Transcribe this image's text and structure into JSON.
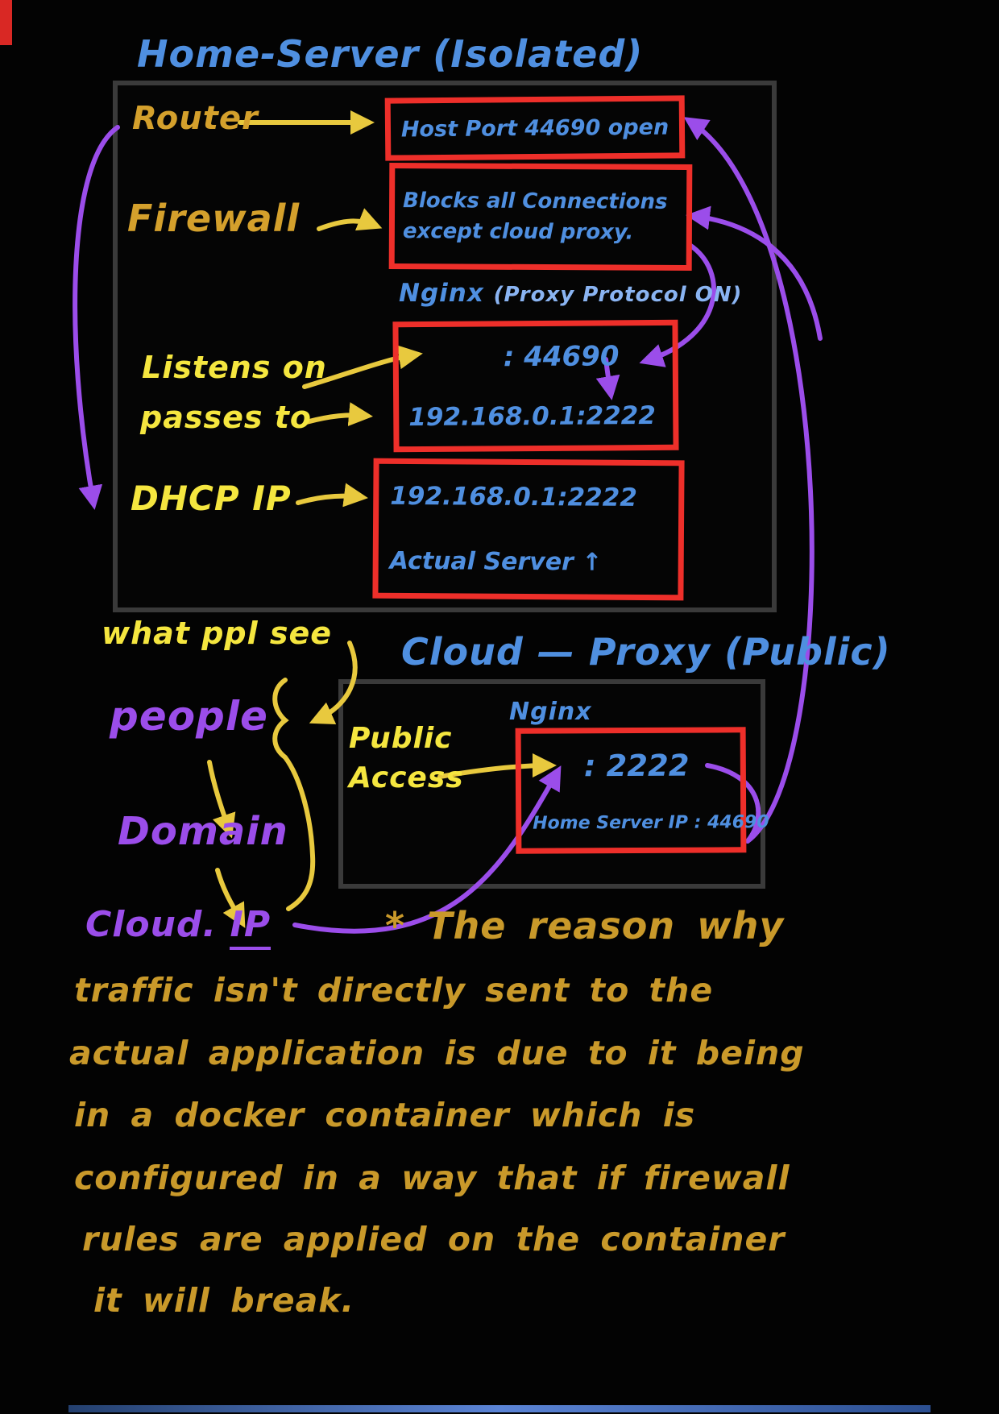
{
  "colors": {
    "background": "#030303",
    "ink_blue": "#4f8fe0",
    "ink_light_blue": "#8ab4f2",
    "ink_gold": "#d4a02c",
    "ink_yellow": "#f5e63f",
    "ink_purple": "#9b4dea",
    "ink_note_gold": "#c9992a",
    "box_red": "#ee2f2a",
    "container_gray": "#3a3a3a"
  },
  "home_server": {
    "title": "Home-Server (Isolated)",
    "router_label": "Router",
    "host_port_box": "Host Port 44690 open",
    "firewall_label": "Firewall",
    "firewall_box_line1": "Blocks all Connections",
    "firewall_box_line2": "except cloud proxy.",
    "nginx_name": "Nginx ",
    "nginx_paren": "(Proxy Protocol ON)",
    "listens_label": "Listens on",
    "passes_label": "passes to",
    "listen_port": ": 44690",
    "pass_target": "192.168.0.1:2222",
    "dhcp_label": "DHCP IP",
    "dhcp_ip": "192.168.0.1:2222",
    "actual_server": "Actual Server ↑"
  },
  "flow": {
    "what_ppl_see": "what ppl see",
    "people": "people",
    "domain": "Domain",
    "cloud_word": "Cloud.",
    "ip_word": "IP"
  },
  "cloud_proxy": {
    "title": "Cloud — Proxy (Public)",
    "public_line1": "Public",
    "public_line2": "Access",
    "nginx_label": "Nginx",
    "port": ": 2222",
    "home_server_ip": "Home Server IP : 44690"
  },
  "note": {
    "line1": "* The reason why",
    "line2": "traffic isn't directly sent to the",
    "line3": "actual application is due to it being",
    "line4": "in a docker container which is",
    "line5": "configured in a way that if firewall",
    "line6": "rules are applied on the container",
    "line7": "it will break."
  }
}
